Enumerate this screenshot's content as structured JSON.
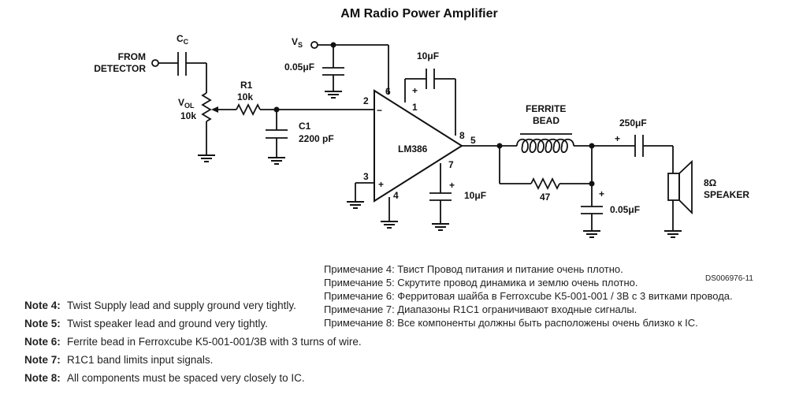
{
  "diagram": {
    "title": "AM Radio Power Amplifier",
    "labels": {
      "from": "FROM",
      "detector": "DETECTOR",
      "cc": "C",
      "cc_sub": "C",
      "vol": "V",
      "vol_sub": "OL",
      "vol_value": "10k",
      "r1": "R1",
      "r1_value": "10k",
      "c1": "C1",
      "c1_value": "2200 pF",
      "vs": "V",
      "vs_sub": "S",
      "vs_cap": "0.05μF",
      "cap_top": "10μF",
      "ic": "LM386",
      "pin1": "1",
      "pin2": "2",
      "pin3": "3",
      "pin4": "4",
      "pin5": "5",
      "pin6": "6",
      "pin7": "7",
      "pin8": "8",
      "minus": "−",
      "plus": "+",
      "cap_pin7": "10μF",
      "ferrite": "FERRITE",
      "bead": "BEAD",
      "r47": "47",
      "cap_out": "250μF",
      "cap_zobel": "0.05μF",
      "speaker_ohm": "8Ω",
      "speaker": "SPEAKER"
    },
    "code": "DS006976-11"
  },
  "notes_ru": [
    "Примечание 4: Твист Провод питания и питание очень плотно.",
    "Примечание 5: Скрутите провод динамика и землю очень плотно.",
    "Примечание 6: Ферритовая шайба в Ferroxcube K5-001-001 / 3B с 3 витками провода.",
    "Примечание 7: Диапазоны R1C1 ограничивают входные сигналы.",
    "Примечание 8: Все компоненты должны быть расположены очень близко к IC."
  ],
  "notes_en": [
    {
      "tag": "Note 4:",
      "text": "Twist Supply lead and supply ground very tightly."
    },
    {
      "tag": "Note 5:",
      "text": "Twist speaker lead and ground very tightly."
    },
    {
      "tag": "Note 6:",
      "text": "Ferrite bead in Ferroxcube K5-001-001/3B with 3 turns of wire."
    },
    {
      "tag": "Note 7:",
      "text": "R1C1 band limits input signals."
    },
    {
      "tag": "Note 8:",
      "text": "All components must be spaced very closely to IC."
    }
  ]
}
